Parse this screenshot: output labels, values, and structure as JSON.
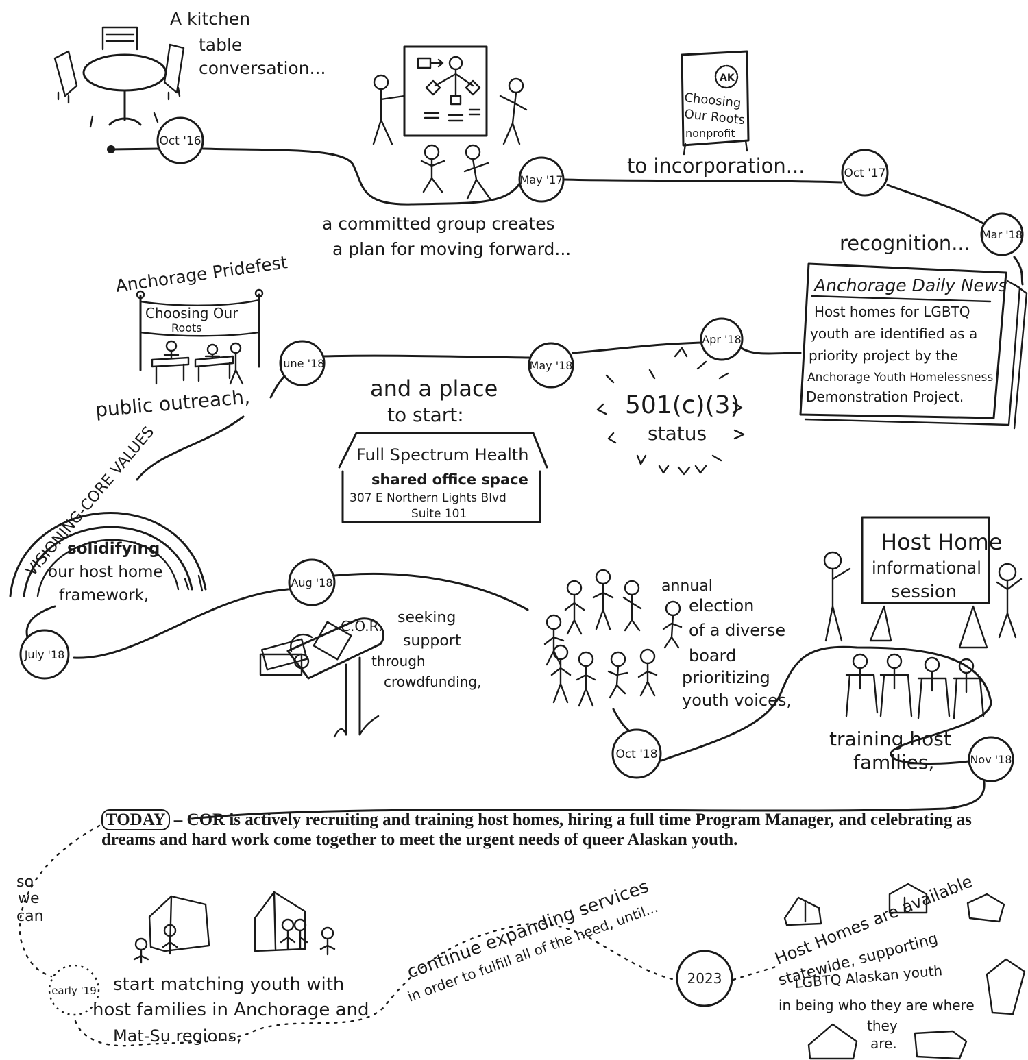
{
  "milestones": {
    "m1": "Oct '16",
    "m2": "May '17",
    "m3": "Oct '17",
    "m4": "Mar '18",
    "m5": "Apr '18",
    "m6": "May '18",
    "m7": "June '18",
    "m8": "July '18",
    "m9": "Aug '18",
    "m10": "Oct '18",
    "m11": "Nov '18",
    "m12": "early '19",
    "m13": "2023"
  },
  "captions": {
    "kitchen": [
      "A kitchen",
      "table",
      "conversation..."
    ],
    "committed": [
      "a committed group creates",
      "a plan for moving forward..."
    ],
    "incorporation": "to incorporation...",
    "recognition": "recognition...",
    "cor_sign": [
      "Choosing",
      "Our Roots",
      "nonprofit"
    ],
    "ak_badge": "AK",
    "pridefest": "Anchorage Pridefest",
    "banner": [
      "Choosing Our",
      "Roots"
    ],
    "outreach": "public outreach,",
    "place": [
      "and a place",
      "to start:"
    ],
    "status": [
      "501(c)(3)",
      "status"
    ],
    "arch": "VISIONING-CORE VALUES",
    "framework": [
      "solidifying",
      "our host home",
      "framework,"
    ],
    "mailbox": "C.O.R.",
    "crowdfunding": [
      "seeking",
      "support",
      "through",
      "crowdfunding,"
    ],
    "election": [
      "annual",
      "election",
      "of a diverse",
      "board",
      "prioritizing",
      "youth voices,"
    ],
    "training": [
      "training host",
      "families,"
    ],
    "so_we_can": [
      "so",
      "we",
      "can"
    ],
    "matching": [
      "start matching youth with",
      "host families in Anchorage and",
      "Mat-Su regions,"
    ],
    "continue": [
      "continue expanding services",
      "in order to fulfill all of the need, until..."
    ],
    "statewide": [
      "Host Homes are available",
      "statewide, supporting",
      "LGBTQ Alaskan youth",
      "in being who they are where",
      "they",
      "are."
    ]
  },
  "newspaper": {
    "masthead": "Anchorage Daily News",
    "lines": [
      "Host homes for LGBTQ",
      "youth are identified as a",
      "priority project by the",
      "Anchorage Youth Homelessness",
      "Demonstration Project."
    ]
  },
  "office": {
    "name": "Full Spectrum Health",
    "label": "shared office space",
    "address": "307 E Northern Lights Blvd",
    "suite": "Suite 101"
  },
  "session": [
    "Host Home",
    "informational",
    "session"
  ],
  "today": {
    "label": "TODAY",
    "text": " – COR is actively recruiting and training host homes, hiring a full time Program Manager, and celebrating as dreams and hard work come together to meet the urgent needs of queer Alaskan youth."
  }
}
